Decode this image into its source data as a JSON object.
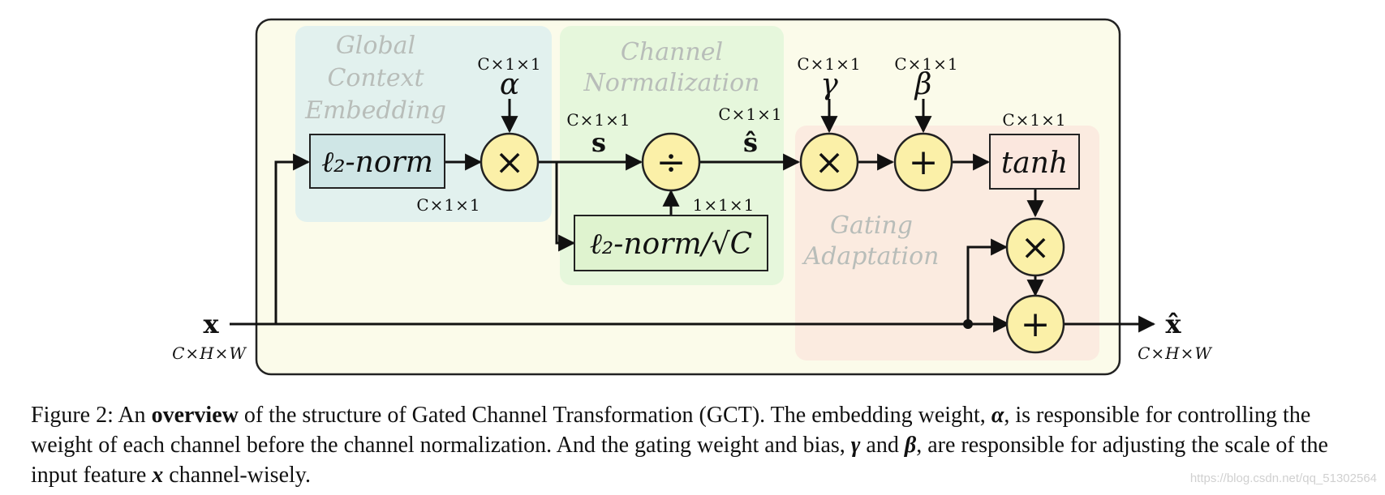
{
  "diagram": {
    "regions": {
      "global_context": [
        "Global",
        "Context",
        "Embedding"
      ],
      "channel_normalization": [
        "Channel",
        "Normalization"
      ],
      "gating_adaptation": [
        "Gating",
        "Adaptation"
      ]
    },
    "boxes": {
      "l2norm": "ℓ₂-norm",
      "l2norm_sqrt": "ℓ₂-norm/√C",
      "tanh": "tanh"
    },
    "operators": {
      "multiply": "×",
      "divide": "÷",
      "add": "+"
    },
    "symbols": {
      "alpha": "α",
      "gamma": "γ",
      "beta": "β",
      "s": "s",
      "s_hat": "ŝ",
      "x": "x",
      "x_hat": "x̂"
    },
    "dims": {
      "c11": "C×1×1",
      "one11": "1×1×1",
      "chw": "C×H×W"
    },
    "colors": {
      "panel_bg": "#fbfbea",
      "global_context_bg": "#e2f1ee",
      "channel_norm_bg": "#e6f7dc",
      "gating_bg": "#fbebe0",
      "operator_fill": "#fbf0a8",
      "box_global_fill": "#cfe6e6",
      "box_norm_fill": "#dff3cf",
      "box_tanh_fill": "#fbe7de"
    }
  },
  "caption": {
    "prefix": "Figure 2: An ",
    "bold": "overview",
    "part1": " of the structure of Gated Channel Transformation (GCT). The embedding weight, ",
    "alpha": "α",
    "part2": ", is responsible for controlling the weight of each channel before the channel normalization. And the gating weight and bias, ",
    "gamma": "γ",
    "and": " and ",
    "beta": "β",
    "part3": ", are responsible for adjusting the scale of the input feature ",
    "x": "x",
    "part4": " channel-wisely."
  },
  "watermark": "https://blog.csdn.net/qq_51302564"
}
